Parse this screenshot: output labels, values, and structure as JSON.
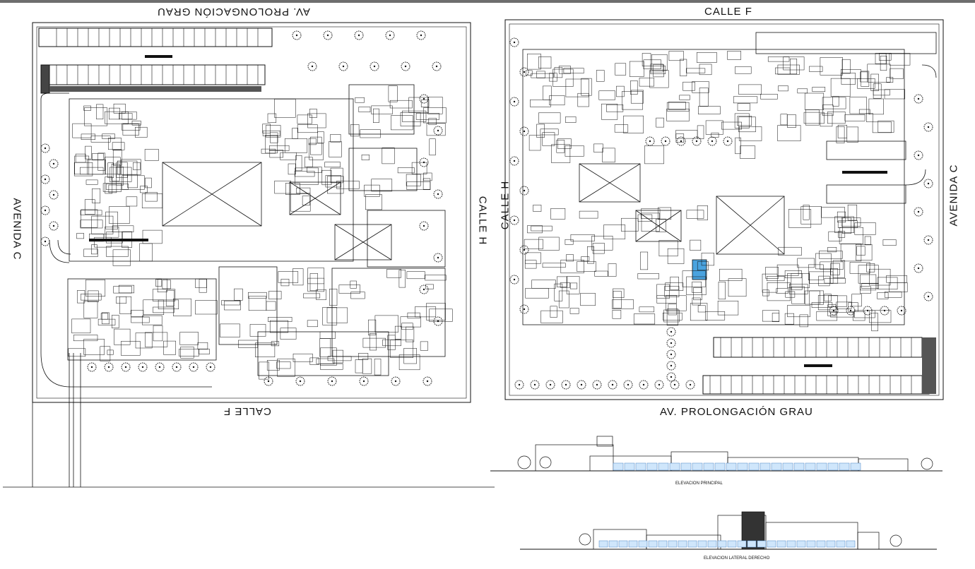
{
  "plan_left": {
    "street_top": "AV. PROLONGACIÓN GRAU",
    "street_bottom": "CALLE F",
    "street_left": "AVENIDA C",
    "street_right": "CALLE H"
  },
  "plan_right": {
    "street_top": "CALLE F",
    "street_bottom": "AV. PROLONGACIÓN GRAU",
    "street_left": "CALLE H",
    "street_right": "AVENIDA C"
  },
  "elevations": {
    "principal": "ELEVACION PRINCIPAL",
    "lateral": "ELEVACION LATERAL DERECHO"
  }
}
